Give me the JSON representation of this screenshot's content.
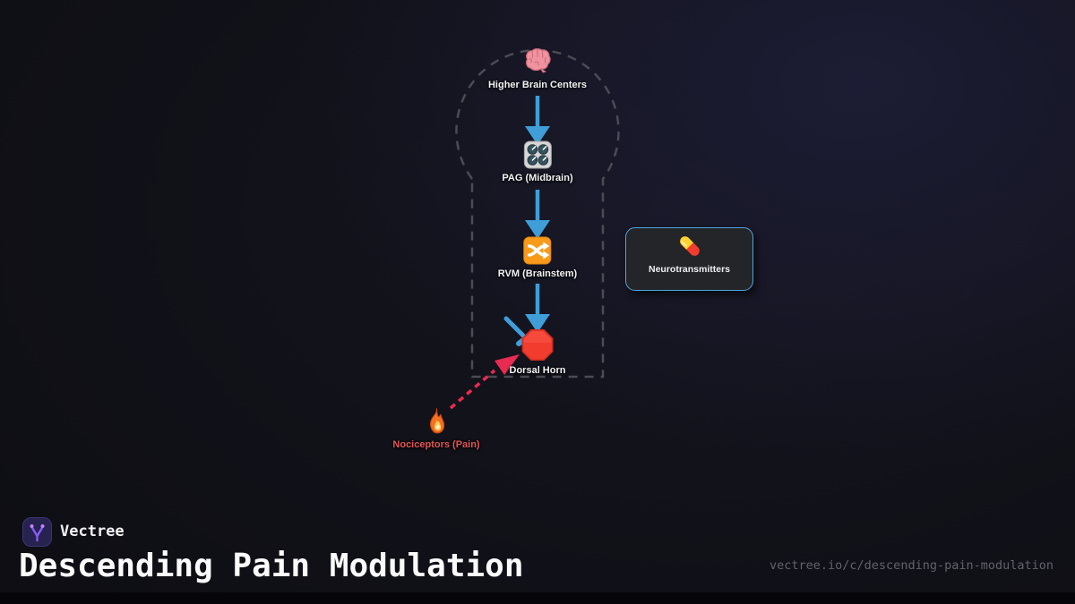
{
  "colors": {
    "background": "#0e0e14",
    "background_glow": "#1c1c34",
    "arrow_blue": "#3f9ed8",
    "pain_arrow_red": "#e82b50",
    "nociceptor_label_red": "#e35555",
    "cns_outline_gray": "#4b4b54",
    "box_border_blue": "#4da6e0",
    "box_fill": "#232528",
    "brand_purple": "#8b5cf6",
    "node_label_white": "#f2f2f4",
    "url_gray": "#62626e"
  },
  "diagram": {
    "nodes": {
      "higher_brain": {
        "label": "Higher Brain Centers",
        "icon": "brain-icon"
      },
      "pag": {
        "label": "PAG (Midbrain)",
        "icon": "control-knobs-icon"
      },
      "rvm": {
        "label": "RVM (Brainstem)",
        "icon": "shuffle-icon"
      },
      "dorsal_horn": {
        "label": "Dorsal Horn",
        "icon": "stop-sign-icon"
      },
      "nociceptors": {
        "label": "Nociceptors (Pain)",
        "icon": "fire-icon"
      },
      "neurotransmitters": {
        "label": "Neurotransmitters",
        "icon": "pill-icon"
      }
    },
    "edges": [
      {
        "from": "higher_brain",
        "to": "pag",
        "style": "solid-blue-arrow"
      },
      {
        "from": "pag",
        "to": "rvm",
        "style": "solid-blue-arrow"
      },
      {
        "from": "rvm",
        "to": "dorsal_horn",
        "style": "solid-blue-arrow-inhibitory"
      },
      {
        "from": "nociceptors",
        "to": "dorsal_horn",
        "style": "dashed-red-arrow"
      }
    ]
  },
  "footer": {
    "brand": "Vectree",
    "title": "Descending Pain Modulation",
    "url": "vectree.io/c/descending-pain-modulation"
  }
}
